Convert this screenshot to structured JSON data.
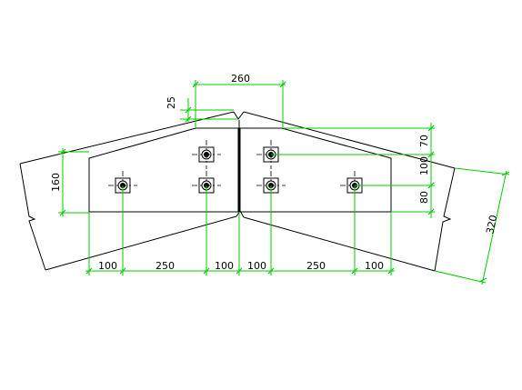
{
  "dimensions": {
    "top_width": "260",
    "gap": "25",
    "right_70": "70",
    "right_100": "100",
    "right_80": "80",
    "left_160": "160",
    "bottom_left_100a": "100",
    "bottom_left_250": "250",
    "bottom_left_100b": "100",
    "bottom_right_100a": "100",
    "bottom_right_250": "250",
    "bottom_right_100b": "100",
    "diag_320": "320"
  },
  "colors": {
    "outline": "#000000",
    "dimension": "#00cc00"
  },
  "bolts": [
    {
      "name": "bolt-left-outer"
    },
    {
      "name": "bolt-left-inner-top"
    },
    {
      "name": "bolt-left-inner-bottom"
    },
    {
      "name": "bolt-right-inner-top"
    },
    {
      "name": "bolt-right-inner-bottom"
    },
    {
      "name": "bolt-right-outer"
    }
  ]
}
